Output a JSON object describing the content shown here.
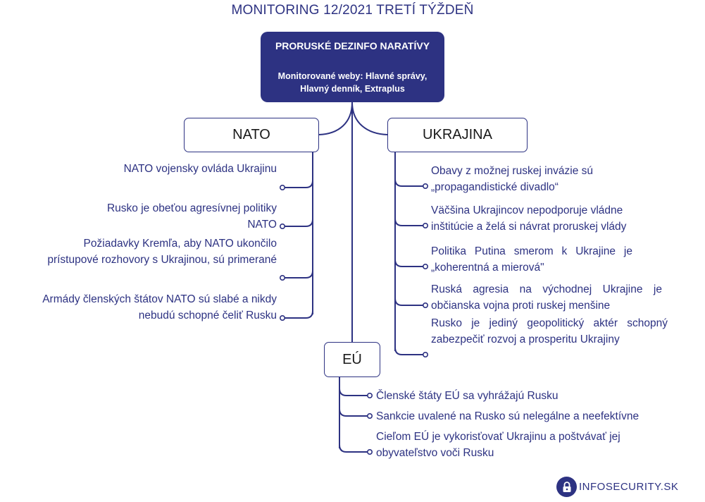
{
  "title": "MONITORING 12/2021 TRETÍ TÝŽDEŇ",
  "root": {
    "title": "PRORUSKÉ DEZINFO NARATÍVY",
    "subtitle": "Monitorované weby: Hlavné správy, Hlavný denník, Extraplus"
  },
  "branches": {
    "nato": {
      "label": "NATO",
      "items": [
        "NATO vojensky ovláda Ukrajinu",
        "Rusko je obeťou agresívnej politiky NATO",
        "Požiadavky Kremľa, aby NATO ukončilo prístupové rozhovory s Ukrajinou, sú primerané",
        "Armády členských štátov NATO sú slabé a nikdy nebudú schopné čeliť Rusku"
      ]
    },
    "ukrajina": {
      "label": "UKRAJINA",
      "items": [
        "Obavy z možnej ruskej invázie sú „propagandistické divadlo“",
        "Väčšina Ukrajincov nepodporuje vládne inštitúcie a želá si návrat proruskej vlády",
        "Politika Putina smerom k Ukrajine je „koherentná a mierová\"",
        "Ruská agresia na východnej Ukrajine je občianska vojna proti ruskej menšine",
        "Rusko je jediný geopolitický aktér schopný zabezpečiť rozvoj a prosperitu Ukrajiny"
      ]
    },
    "eu": {
      "label": "EÚ",
      "items": [
        "Členské štáty EÚ sa vyhrážajú Rusku",
        "Sankcie uvalené na Rusko sú nelegálne a neefektívne",
        "Cieľom EÚ je vykorisťovať Ukrajinu a poštvávať jej obyvateľstvo voči Rusku"
      ]
    }
  },
  "logo": {
    "text": "INFOSECURITY.SK",
    "icon": "lock-icon"
  },
  "colors": {
    "primary": "#2d3282",
    "text": "#2d3282",
    "background": "#ffffff"
  }
}
